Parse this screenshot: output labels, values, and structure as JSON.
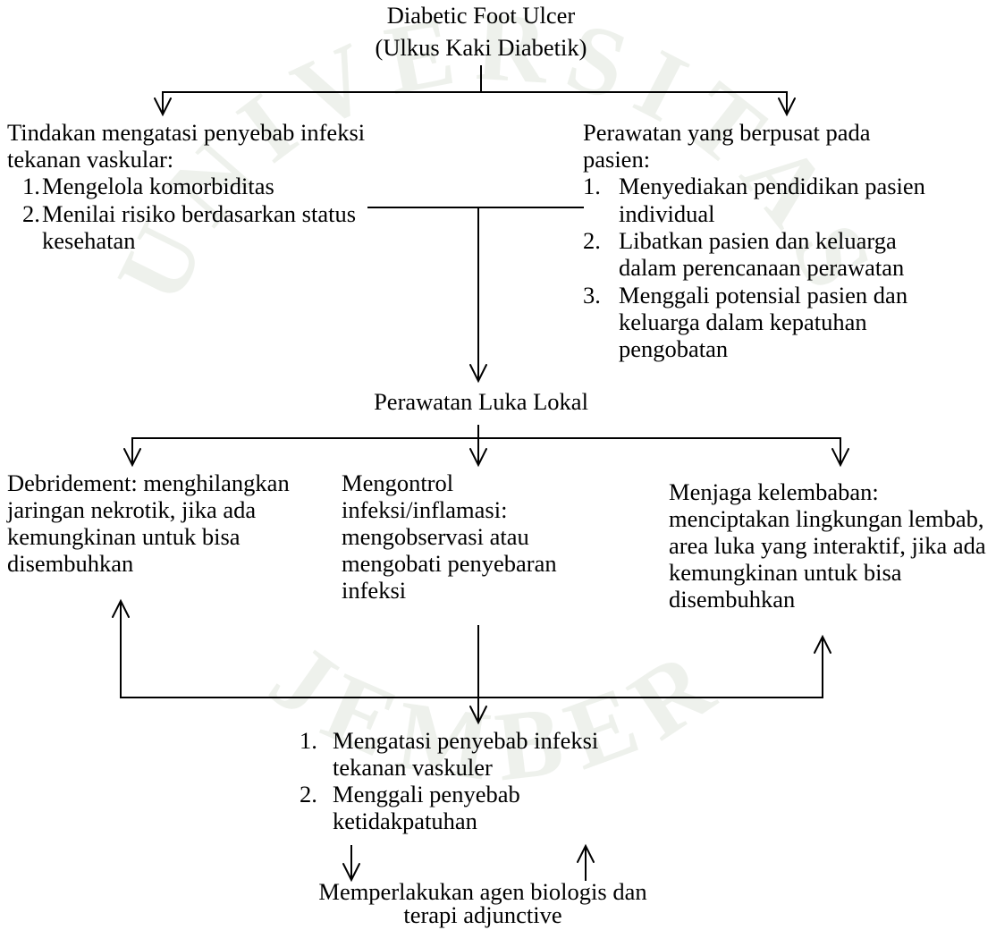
{
  "watermark": {
    "top": "UNIVERSITAS",
    "bottom": "JEMBER"
  },
  "colors": {
    "text": "#000000",
    "lines": "#000000",
    "watermark": "#eef1ec"
  },
  "root": {
    "lines": [
      "Diabetic Foot Ulcer",
      "(Ulkus Kaki Diabetik)"
    ]
  },
  "left_branch": {
    "heading": [
      "Tindakan mengatasi penyebab infeksi",
      "tekanan vaskular:"
    ],
    "items": [
      {
        "num": "1.",
        "lines": [
          "Mengelola komorbiditas"
        ]
      },
      {
        "num": "2.",
        "lines": [
          "Menilai risiko berdasarkan status",
          "kesehatan"
        ]
      }
    ]
  },
  "right_branch": {
    "heading": [
      "Perawatan yang berpusat pada",
      "pasien:"
    ],
    "items": [
      {
        "num": "1.",
        "lines": [
          "Menyediakan pendidikan pasien",
          "individual"
        ]
      },
      {
        "num": "2.",
        "lines": [
          "Libatkan pasien dan keluarga",
          "dalam perencanaan perawatan"
        ]
      },
      {
        "num": "3.",
        "lines": [
          "Menggali potensial pasien dan",
          "keluarga dalam kepatuhan",
          "pengobatan"
        ]
      }
    ]
  },
  "local_care": {
    "label": "Perawatan Luka Lokal"
  },
  "debridement": {
    "lines": [
      "Debridement: menghilangkan",
      "jaringan nekrotik, jika ada",
      "kemungkinan untuk bisa",
      "disembuhkan"
    ]
  },
  "infection_control": {
    "lines": [
      "Mengontrol",
      "infeksi/inflamasi:",
      "mengobservasi atau",
      "mengobati penyebaran",
      "infeksi"
    ]
  },
  "moisture": {
    "lines": [
      "Menjaga kelembaban:",
      "menciptakan lingkungan lembab,",
      "area luka yang interaktif, jika ada",
      "kemungkinan untuk bisa",
      "disembuhkan"
    ]
  },
  "follow_up": {
    "items": [
      {
        "num": "1.",
        "lines": [
          "Mengatasi penyebab infeksi",
          "tekanan vaskuler"
        ]
      },
      {
        "num": "2.",
        "lines": [
          "Menggali penyebab",
          "ketidakpatuhan"
        ]
      }
    ]
  },
  "adjunctive": {
    "lines": [
      "Memperlakukan agen biologis dan",
      "terapi adjunctive"
    ]
  }
}
